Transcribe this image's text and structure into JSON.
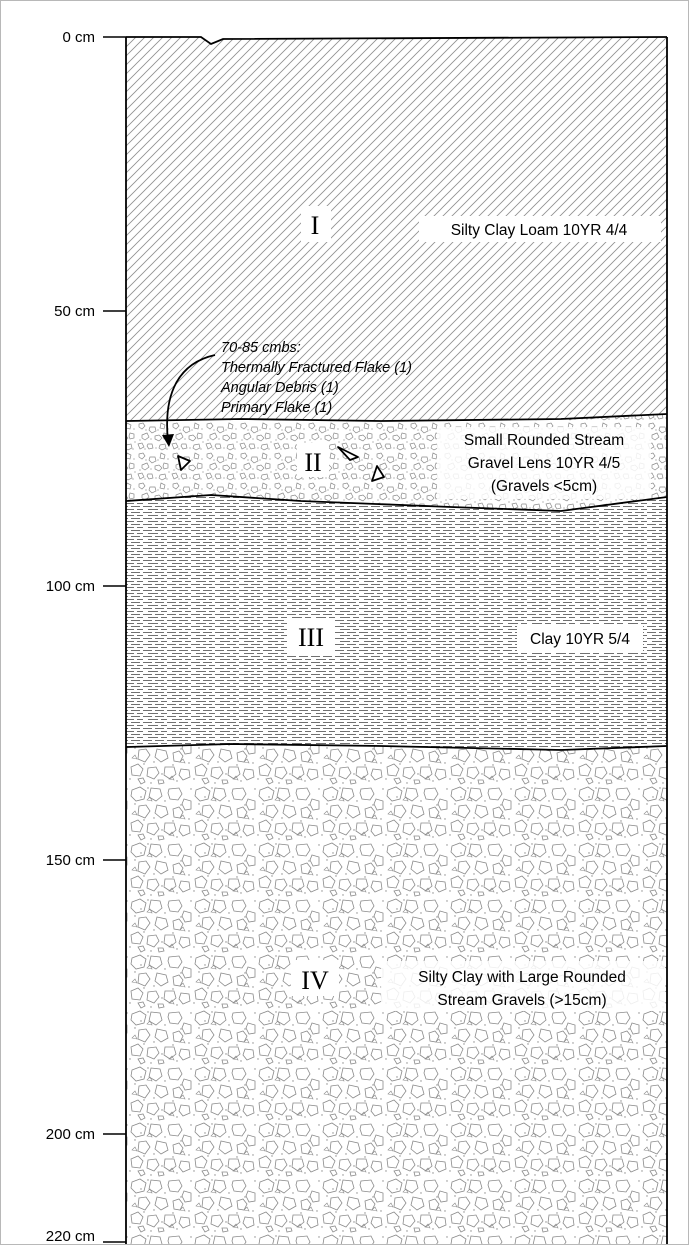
{
  "depth_scale": {
    "ticks": [
      {
        "label": "0 cm",
        "depth_cm": 0
      },
      {
        "label": "50 cm",
        "depth_cm": 50
      },
      {
        "label": "100 cm",
        "depth_cm": 100
      },
      {
        "label": "150 cm",
        "depth_cm": 150
      },
      {
        "label": "200 cm",
        "depth_cm": 200
      },
      {
        "label": "220 cm",
        "depth_cm": 220
      }
    ]
  },
  "strata": [
    {
      "id": "I",
      "numeral": "I",
      "lines": [
        "Silty Clay Loam 10YR 4/4"
      ],
      "pattern": "diagonal-hatch"
    },
    {
      "id": "II",
      "numeral": "II",
      "lines": [
        "Small Rounded Stream",
        "Gravel Lens 10YR 4/5",
        "(Gravels <5cm)"
      ],
      "pattern": "fine-gravel"
    },
    {
      "id": "III",
      "numeral": "III",
      "lines": [
        "Clay 10YR 5/4"
      ],
      "pattern": "dashed-horizontal"
    },
    {
      "id": "IV",
      "numeral": "IV",
      "lines": [
        "Silty Clay with Large Rounded",
        "Stream Gravels (>15cm)"
      ],
      "pattern": "coarse-gravel"
    }
  ],
  "artifact_note": {
    "lines": [
      "70-85 cmbs:",
      "Thermally Fractured Flake (1)",
      "Angular Debris (1)",
      "Primary Flake (1)"
    ]
  }
}
